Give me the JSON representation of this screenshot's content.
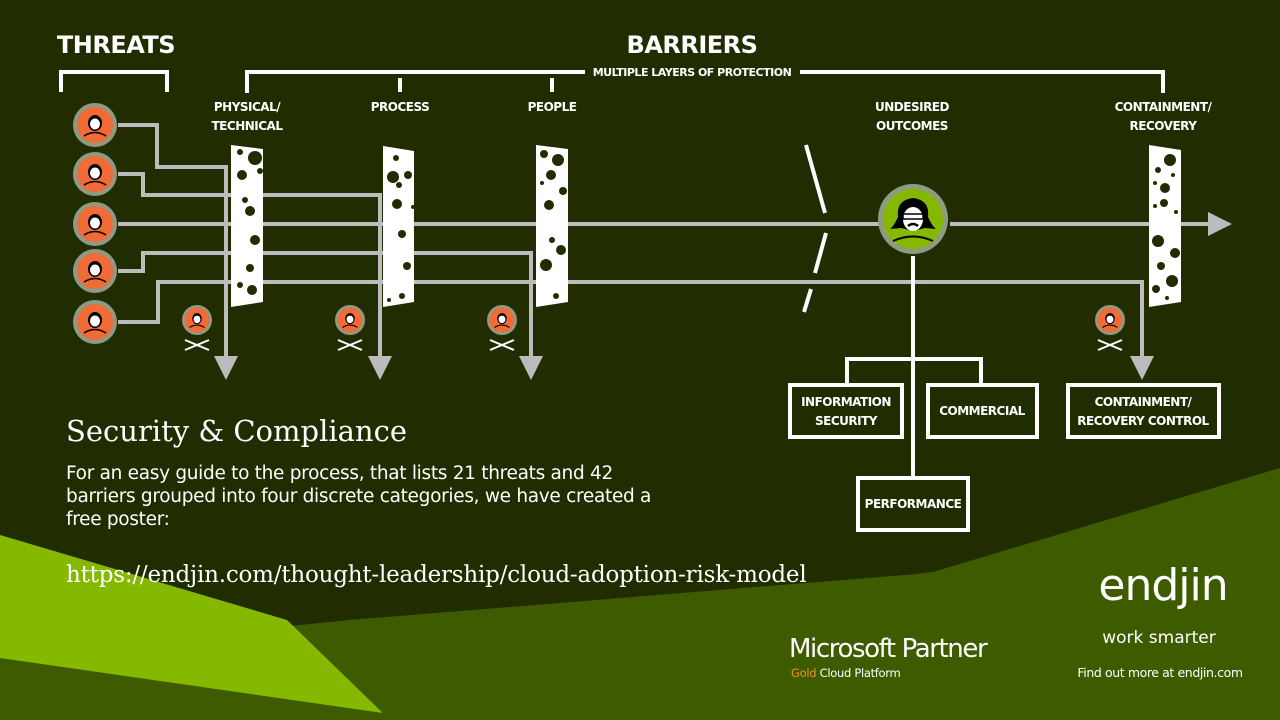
{
  "colors": {
    "background": "#212d00",
    "bright_green": "#84b900",
    "mid_green": "#3f5b00",
    "threat_orange": "#f26b36",
    "ring_grey": "#8e9a83",
    "line_grey": "#bcbcbc",
    "white": "#ffffff",
    "gold": "#e8951d"
  },
  "diagram": {
    "threats_title": "THREATS",
    "barriers_title": "BARRIERS",
    "barriers_subtitle": "MULTIPLE LAYERS OF PROTECTION",
    "barrier_columns": [
      {
        "line1": "PHYSICAL/",
        "line2": "TECHNICAL"
      },
      {
        "line1": "PROCESS",
        "line2": ""
      },
      {
        "line1": "PEOPLE",
        "line2": ""
      }
    ],
    "undesired_outcomes": {
      "line1": "UNDESIRED",
      "line2": "OUTCOMES"
    },
    "containment_recovery": {
      "line1": "CONTAINMENT/",
      "line2": "RECOVERY"
    },
    "threat_icons": [
      "bald-bearded-person-icon",
      "long-hair-person-icon",
      "mohawk-bearded-person-icon",
      "spiky-hair-sunglasses-person-icon",
      "afro-glasses-person-icon"
    ],
    "stopped_threat_icons": [
      "bald-bearded-person-icon",
      "long-hair-person-icon",
      "spiky-hair-sunglasses-person-icon",
      "afro-glasses-person-icon"
    ],
    "outcome_icon": "woman-glasses-person-icon",
    "outcome_boxes": [
      {
        "line1": "INFORMATION",
        "line2": "SECURITY"
      },
      {
        "line1": "COMMERCIAL",
        "line2": ""
      },
      {
        "line1": "PERFORMANCE",
        "line2": ""
      }
    ],
    "containment_box": {
      "line1": "CONTAINMENT/",
      "line2": "RECOVERY CONTROL"
    }
  },
  "content": {
    "heading": "Security & Compliance",
    "body": "For an easy guide to the process, that lists 21 threats and 42 barriers grouped into four discrete categories, we have created a free poster:",
    "url": "https://endjin.com/thought-leadership/cloud-adoption-risk-model"
  },
  "footer": {
    "ms_partner": "Microsoft Partner",
    "ms_gold": "Gold",
    "ms_platform": "Cloud Platform",
    "endjin_logo": "endjin",
    "endjin_tagline": "work smarter",
    "endjin_find": "Find out more at endjin.com"
  }
}
